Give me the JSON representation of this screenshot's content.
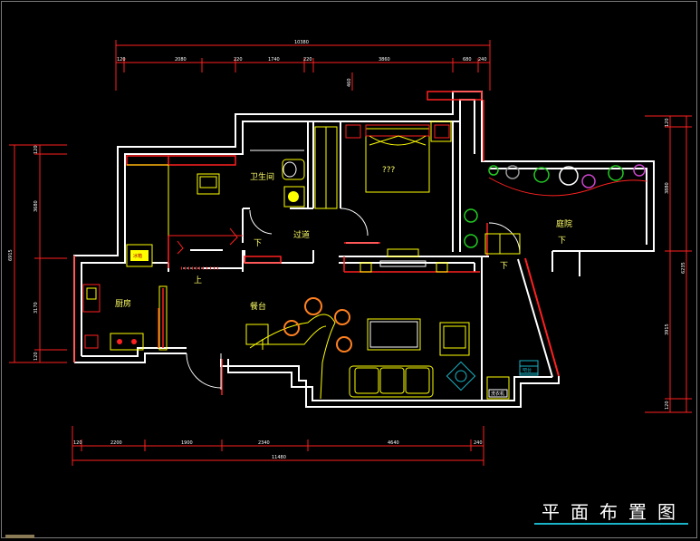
{
  "title": "平面布置图",
  "rooms": {
    "bathroom": "卫生间",
    "bedroom": "???",
    "corridor": "过道",
    "courtyard": "庭院",
    "kitchen": "厨房",
    "bar": "餐台"
  },
  "stairs": {
    "up": "上",
    "down_a": "下",
    "down_b": "下",
    "down_c": "下"
  },
  "fixtures": {
    "fridge": "冰箱",
    "washer": "洗衣机",
    "bar_tag": "吧台"
  },
  "dims": {
    "top_total": "10380",
    "top": [
      "120",
      "2080",
      "220",
      "1740",
      "220",
      "3860",
      "680",
      "240"
    ],
    "top_side": "460",
    "bottom_total": "11480",
    "bottom": [
      "120",
      "2200",
      "1900",
      "2340",
      "4640",
      "240"
    ],
    "left_total": "6915",
    "left": [
      "120",
      "3680",
      "3170",
      "120"
    ],
    "right_total": "6235",
    "right": [
      "120",
      "3880",
      "3915",
      "120"
    ]
  },
  "colors": {
    "wall": "#ffffff",
    "furniture": "#ffff00",
    "dimension": "#ff2020",
    "accent": "#19b4c8"
  }
}
